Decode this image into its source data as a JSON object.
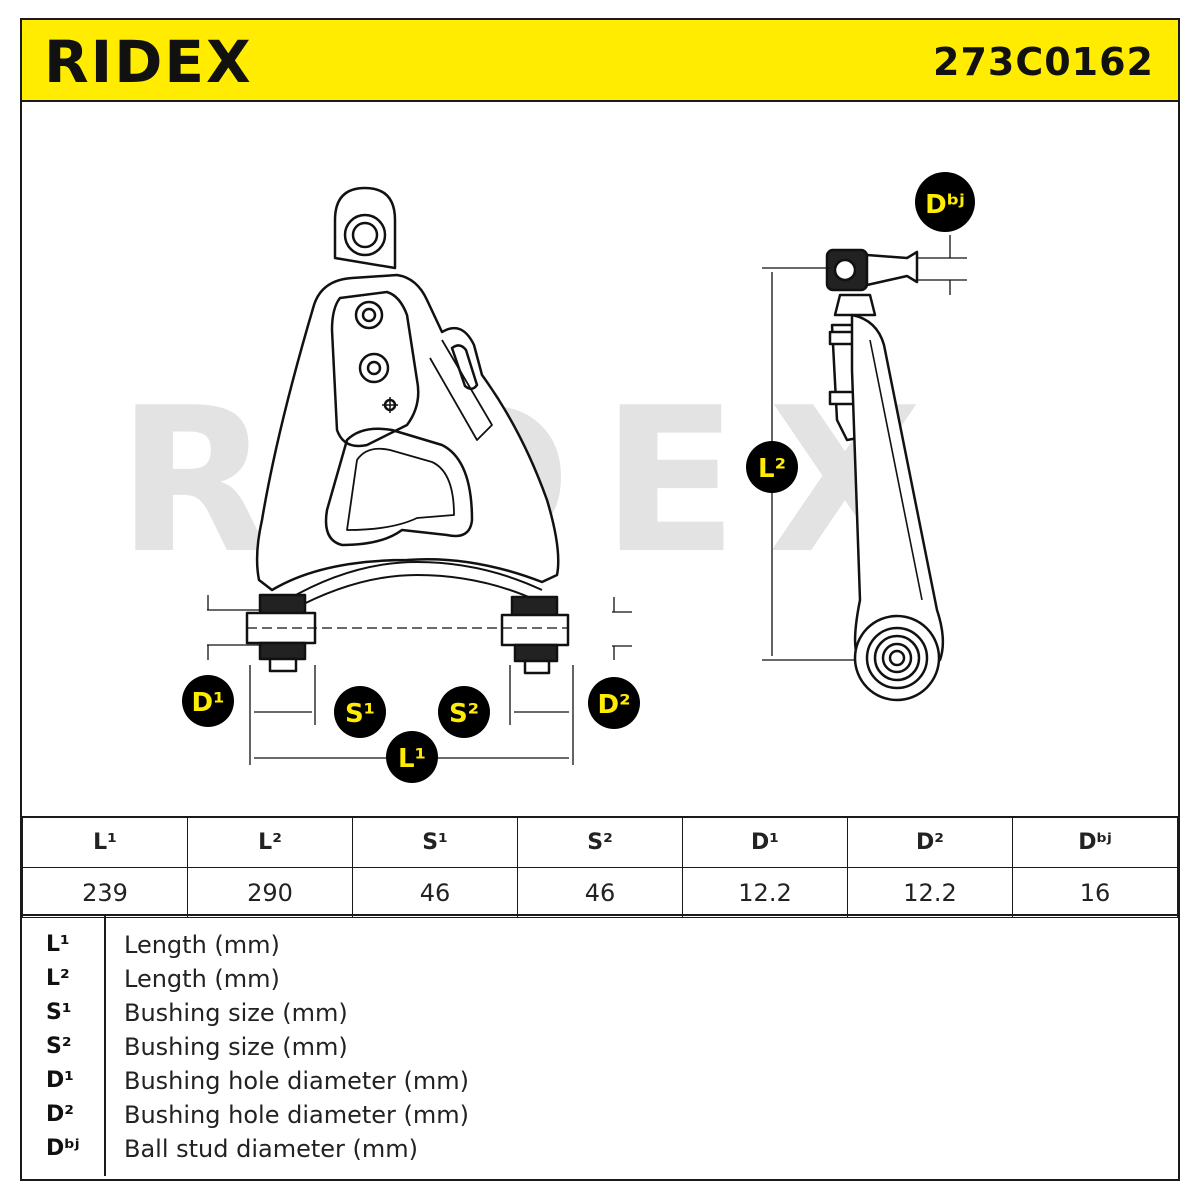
{
  "header": {
    "brand": "RIDEX",
    "part_number": "273C0162",
    "accent_color": "#ffec00"
  },
  "drawing": {
    "watermark": "RIDEX",
    "labels": {
      "l1": "L¹",
      "l2": "L²",
      "s1": "S¹",
      "s2": "S²",
      "d1": "D¹",
      "d2": "D²",
      "dbj": "Dᵇʲ"
    },
    "badge_fill": "#000000",
    "badge_text_color": "#ffec00"
  },
  "table": {
    "headers": [
      "L¹",
      "L²",
      "S¹",
      "S²",
      "D¹",
      "D²",
      "Dᵇʲ"
    ],
    "values": [
      "239",
      "290",
      "46",
      "46",
      "12.2",
      "12.2",
      "16"
    ]
  },
  "legend": [
    {
      "code": "L¹",
      "desc": "Length (mm)"
    },
    {
      "code": "L²",
      "desc": "Length (mm)"
    },
    {
      "code": "S¹",
      "desc": "Bushing size (mm)"
    },
    {
      "code": "S²",
      "desc": "Bushing size (mm)"
    },
    {
      "code": "D¹",
      "desc": "Bushing hole diameter (mm)"
    },
    {
      "code": "D²",
      "desc": "Bushing hole diameter (mm)"
    },
    {
      "code": "Dᵇʲ",
      "desc": "Ball stud diameter (mm)"
    }
  ]
}
